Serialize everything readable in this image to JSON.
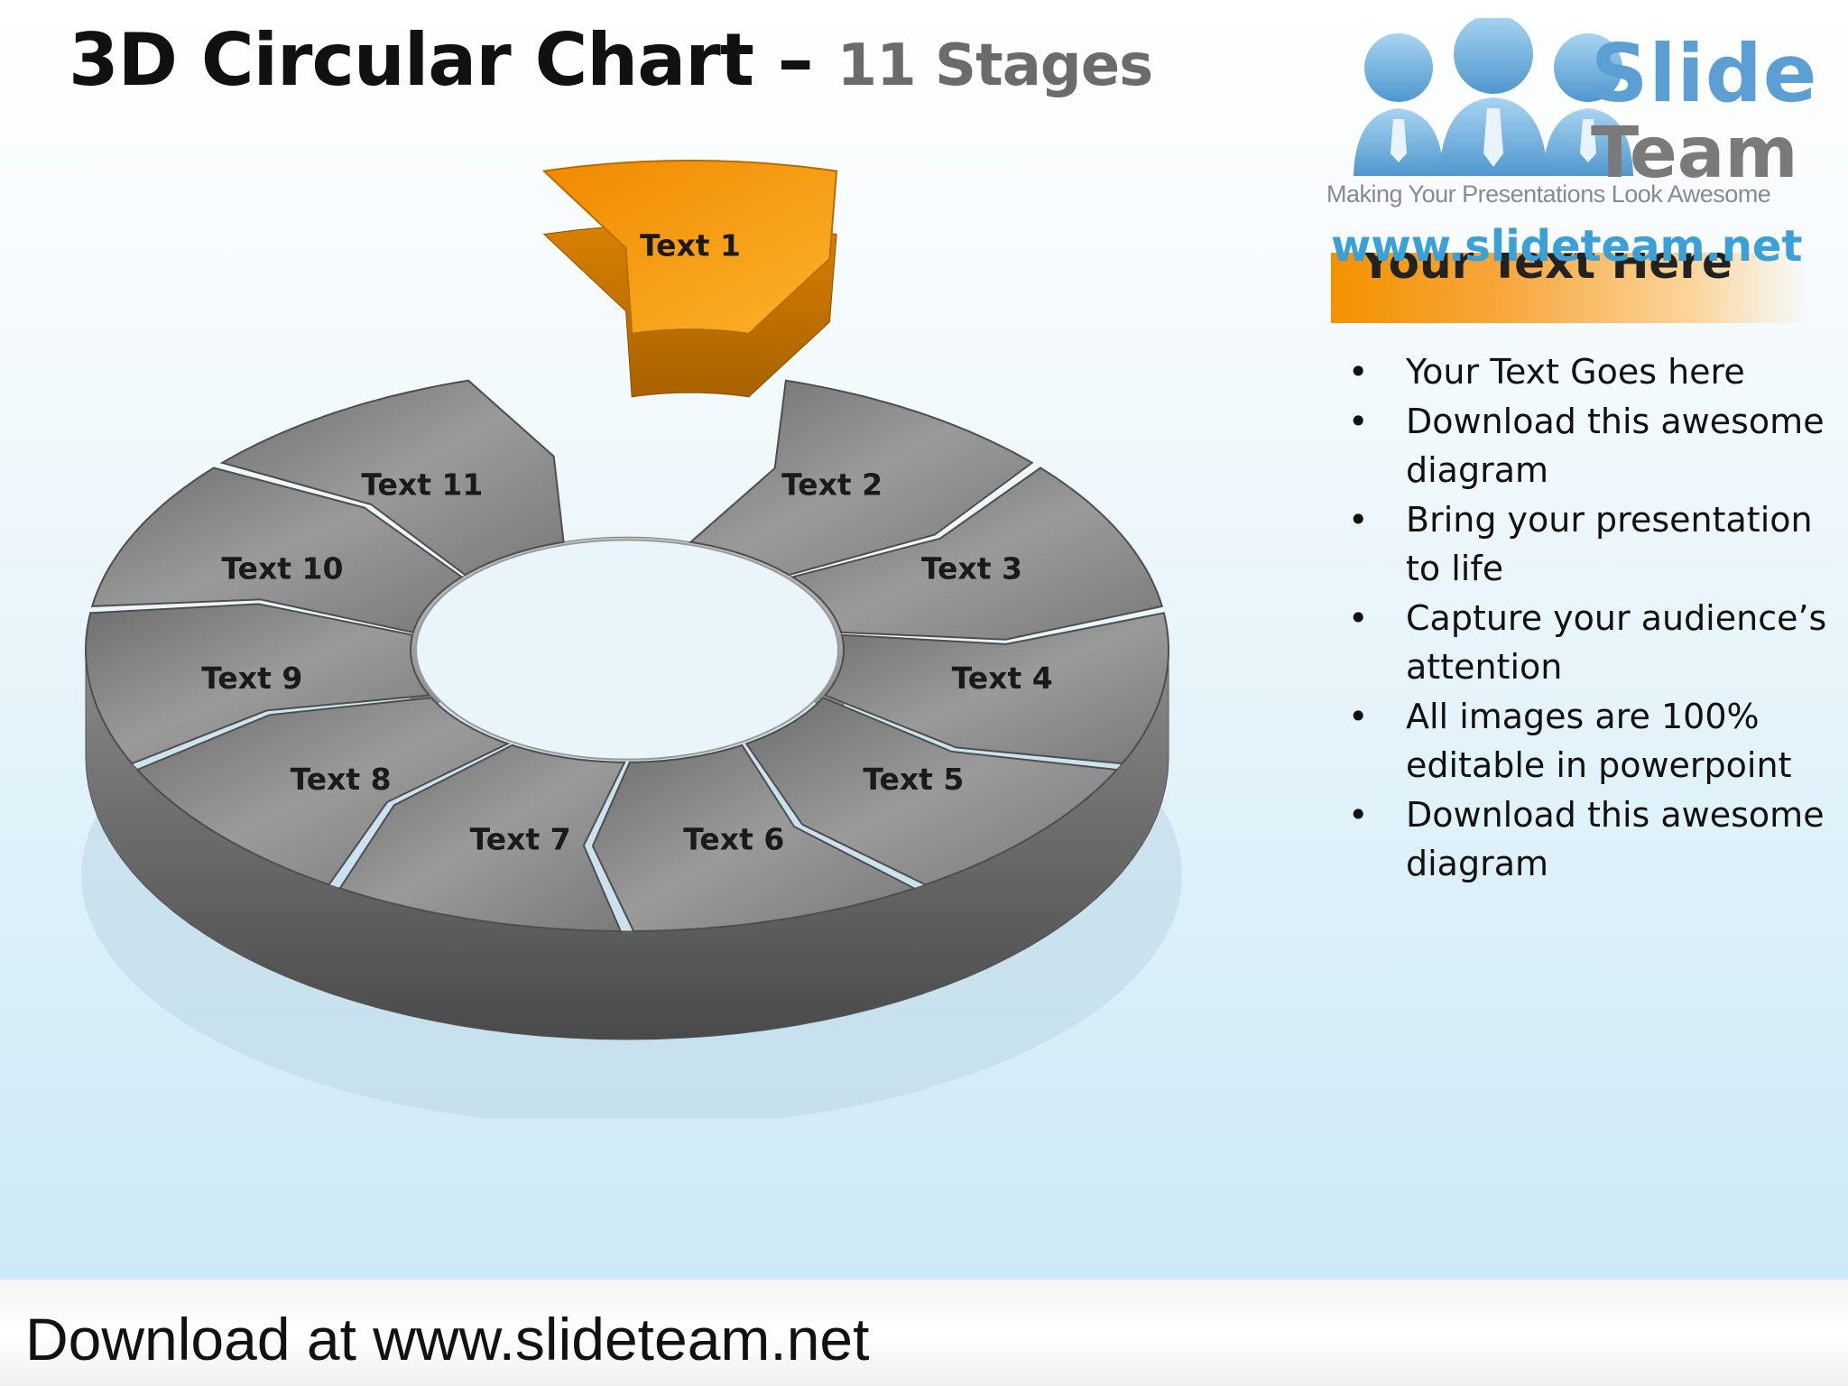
{
  "title": {
    "main": "3D Circular Chart –",
    "sub": "11 Stages"
  },
  "logo": {
    "word1": "Slide",
    "word2": "Team",
    "tagline": "Making Your Presentations Look Awesome",
    "url": "www.slideteam.net"
  },
  "side_panel": {
    "header": "Your Text Here",
    "bullets": [
      "Your Text Goes here",
      "Download this awesome diagram",
      "Bring your presentation to life",
      "Capture your audience’s attention",
      "All images are 100% editable in powerpoint",
      "Download this awesome diagram"
    ]
  },
  "diagram": {
    "segments": [
      "Text 1",
      "Text 2",
      "Text 3",
      "Text 4",
      "Text 5",
      "Text 6",
      "Text 7",
      "Text 8",
      "Text 9",
      "Text 10",
      "Text 11"
    ],
    "highlight_index": 0,
    "colors": {
      "highlight": "#f39200",
      "segment": "#8c8c8c"
    }
  },
  "footer": {
    "text": "Download at www.slideteam.net"
  }
}
